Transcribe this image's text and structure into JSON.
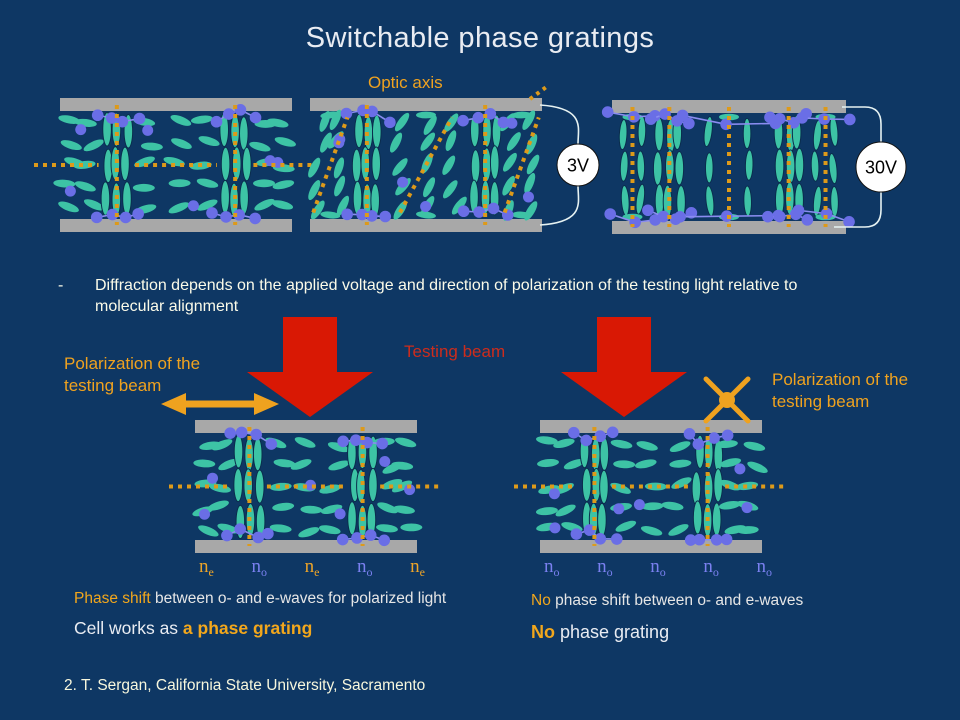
{
  "slide": {
    "title": "Switchable phase gratings",
    "optic_axis_label": "Optic axis",
    "bullet": {
      "marker": "-",
      "text": "Diffraction depends on the applied voltage and direction of polarization of the testing light relative to molecular alignment"
    },
    "testing_beam_label": "Testing beam",
    "polarization_left_label": "Polarization of the testing beam",
    "polarization_right_label": "Polarization of the testing beam",
    "footer": "2. T. Sergan, California State University, Sacramento"
  },
  "cells": [
    {
      "voltage": "",
      "circuit": "none",
      "domains": [
        "h",
        "v",
        "h",
        "v",
        "h"
      ]
    },
    {
      "voltage": "3V",
      "circuit": "loop",
      "domains": [
        "t",
        "v",
        "t",
        "v",
        "t"
      ]
    },
    {
      "voltage": "30V",
      "circuit": "bracket",
      "domains": [
        "e",
        "v",
        "e",
        "v",
        "e"
      ]
    },
    {
      "voltage": "",
      "circuit": "none",
      "domains": [
        "h",
        "v",
        "h",
        "v",
        "h"
      ]
    },
    {
      "voltage": "",
      "circuit": "none",
      "domains": [
        "h",
        "v",
        "h",
        "v",
        "h"
      ]
    }
  ],
  "refractive_index_labels": {
    "left": [
      {
        "base": "n",
        "sub": "e"
      },
      {
        "base": "n",
        "sub": "o"
      },
      {
        "base": "n",
        "sub": "e"
      },
      {
        "base": "n",
        "sub": "o"
      },
      {
        "base": "n",
        "sub": "e"
      }
    ],
    "right": [
      {
        "base": "n",
        "sub": "o"
      },
      {
        "base": "n",
        "sub": "o"
      },
      {
        "base": "n",
        "sub": "o"
      },
      {
        "base": "n",
        "sub": "o"
      },
      {
        "base": "n",
        "sub": "o"
      }
    ]
  },
  "captions": {
    "left_wave_hl": "Phase shift",
    "left_wave_rest": " between o- and e-waves for polarized light",
    "left_cell_plain": "Cell works as ",
    "left_cell_hl": "a phase grating",
    "right_wave_hl": "No",
    "right_wave_rest": " phase shift between o- and e-waves",
    "right_cell_hl": "No",
    "right_cell_rest": " phase grating"
  },
  "colors": {
    "background": "#0e3764",
    "title_text": "#e9ecf2",
    "accent_orange": "#efa21f",
    "pale_yellow": "#fbfbe9",
    "arrow_red": "#d91804",
    "red_label": "#cd2c1c",
    "teal_molecule": "#3dc3a5",
    "ion_purple": "#6a6ee6",
    "ion_link": "#8a8cf0",
    "electrode_gray": "#a8a8a8",
    "optic_axis_dots": "#dd9a1a",
    "n_e": "#eda428",
    "n_o": "#7a80f0",
    "wire": "#e6f2f2",
    "voltage_text": "#000000"
  }
}
